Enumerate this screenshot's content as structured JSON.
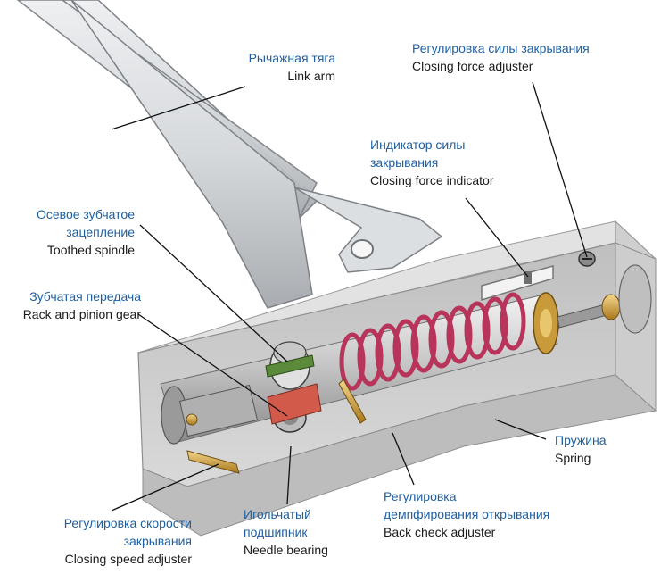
{
  "labels": {
    "link_arm": {
      "ru": "Рычажная тяга",
      "en": "Link arm"
    },
    "closing_force_adjuster": {
      "ru": "Регулировка силы закрывания",
      "en": "Closing force adjuster"
    },
    "closing_force_indicator": {
      "ru1": "Индикатор силы",
      "ru2": "закрывания",
      "en": "Closing force indicator"
    },
    "toothed_spindle": {
      "ru1": "Осевое зубчатое",
      "ru2": "зацепление",
      "en": "Toothed spindle"
    },
    "rack_pinion": {
      "ru": "Зубчатая передача",
      "en": "Rack and pinion gear"
    },
    "spring": {
      "ru": "Пружина",
      "en": "Spring"
    },
    "back_check": {
      "ru1": "Регулировка",
      "ru2": "демпфирования открывания",
      "en": "Back check adjuster"
    },
    "needle_bearing": {
      "ru1": "Игольчатый",
      "ru2": "подшипник",
      "en": "Needle bearing"
    },
    "closing_speed": {
      "ru1": "Регулировка скорости",
      "ru2": "закрывания",
      "en": "Closing speed adjuster"
    }
  },
  "colors": {
    "russian_text": "#1f5fa0",
    "english_text": "#1a1a1a",
    "leader_line": "#111111",
    "spring": "#b8345a",
    "body_metal": "#c9c9c9"
  }
}
